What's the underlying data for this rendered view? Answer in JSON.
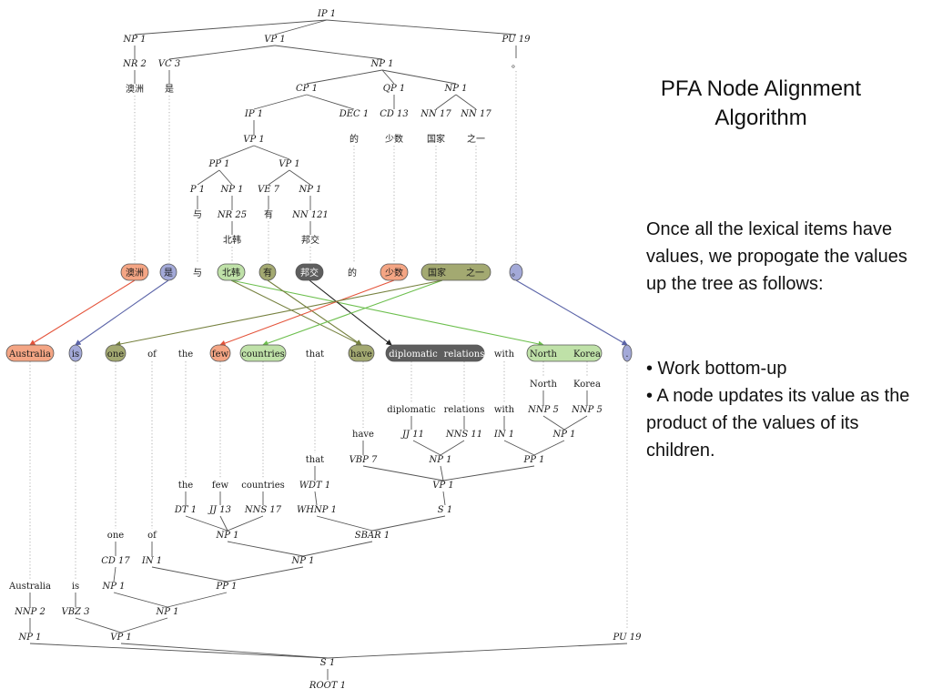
{
  "slide": {
    "title": "PFA Node Alignment Algorithm",
    "intro": "Once all the lexical items have values, we propogate the values up the tree as follows:",
    "bullets": [
      "• Work bottom-up",
      "• A node updates its value as the product of the values of its children."
    ]
  },
  "colors": {
    "salmon": "#f4a584",
    "blue": "#a3a9d8",
    "green": "#bfe1a8",
    "olive": "#a3a971",
    "dark": "#5e5e5e",
    "red_line": "#e4533a",
    "blue_line": "#5b64a8",
    "green_line": "#6cbf4d",
    "olive_line": "#76813f",
    "black_line": "#222222"
  },
  "chinese_tree": {
    "labels": [
      "IP 1",
      "NP 1",
      "VP 1",
      "PU 19",
      "NR 2",
      "VC 3",
      "NP 1",
      "澳洲",
      "是",
      "CP 1",
      "QP 1",
      "NP 1",
      "IP 1",
      "DEC 1",
      "CD 13",
      "NN 17",
      "NN 17",
      "VP 1",
      "的",
      "少数",
      "国家",
      "之一",
      "PP 1",
      "VP 1",
      "P 1",
      "NP 1",
      "VE 7",
      "NP 1",
      "与",
      "NR 25",
      "有",
      "NN 121",
      "北韩",
      "邦交",
      "。"
    ]
  },
  "chinese_lexical_row": [
    "澳洲",
    "是",
    "与",
    "北韩",
    "有",
    "邦交",
    "的",
    "少数",
    "国家",
    "之一",
    "。"
  ],
  "english_lexical_row": [
    "Australia",
    "is",
    "one",
    "of",
    "the",
    "few",
    "countries",
    "that",
    "have",
    "diplomatic",
    "relations",
    "with",
    "North",
    "Korea",
    "."
  ],
  "english_tree": {
    "labels": [
      "North",
      "Korea",
      "NNP 5",
      "NNP 5",
      "diplomatic",
      "relations",
      "with",
      "JJ 11",
      "NNS 11",
      "IN 1",
      "NP 1",
      "have",
      "VBP 7",
      "NP 1",
      "PP 1",
      "that",
      "VP 1",
      "WDT 1",
      "the",
      "few",
      "countries",
      "WHNP 1",
      "S 1",
      "DT 1",
      "JJ 13",
      "NNS 17",
      "SBAR 1",
      "NP 1",
      "one",
      "of",
      "CD 17",
      "IN 1",
      "NP 1",
      "Australia",
      "is",
      "NP 1",
      "PP 1",
      "NNP 2",
      "VBZ 3",
      "NP 1",
      "NP 1",
      "VP 1",
      "PU 19",
      "S 1",
      "ROOT 1"
    ]
  }
}
